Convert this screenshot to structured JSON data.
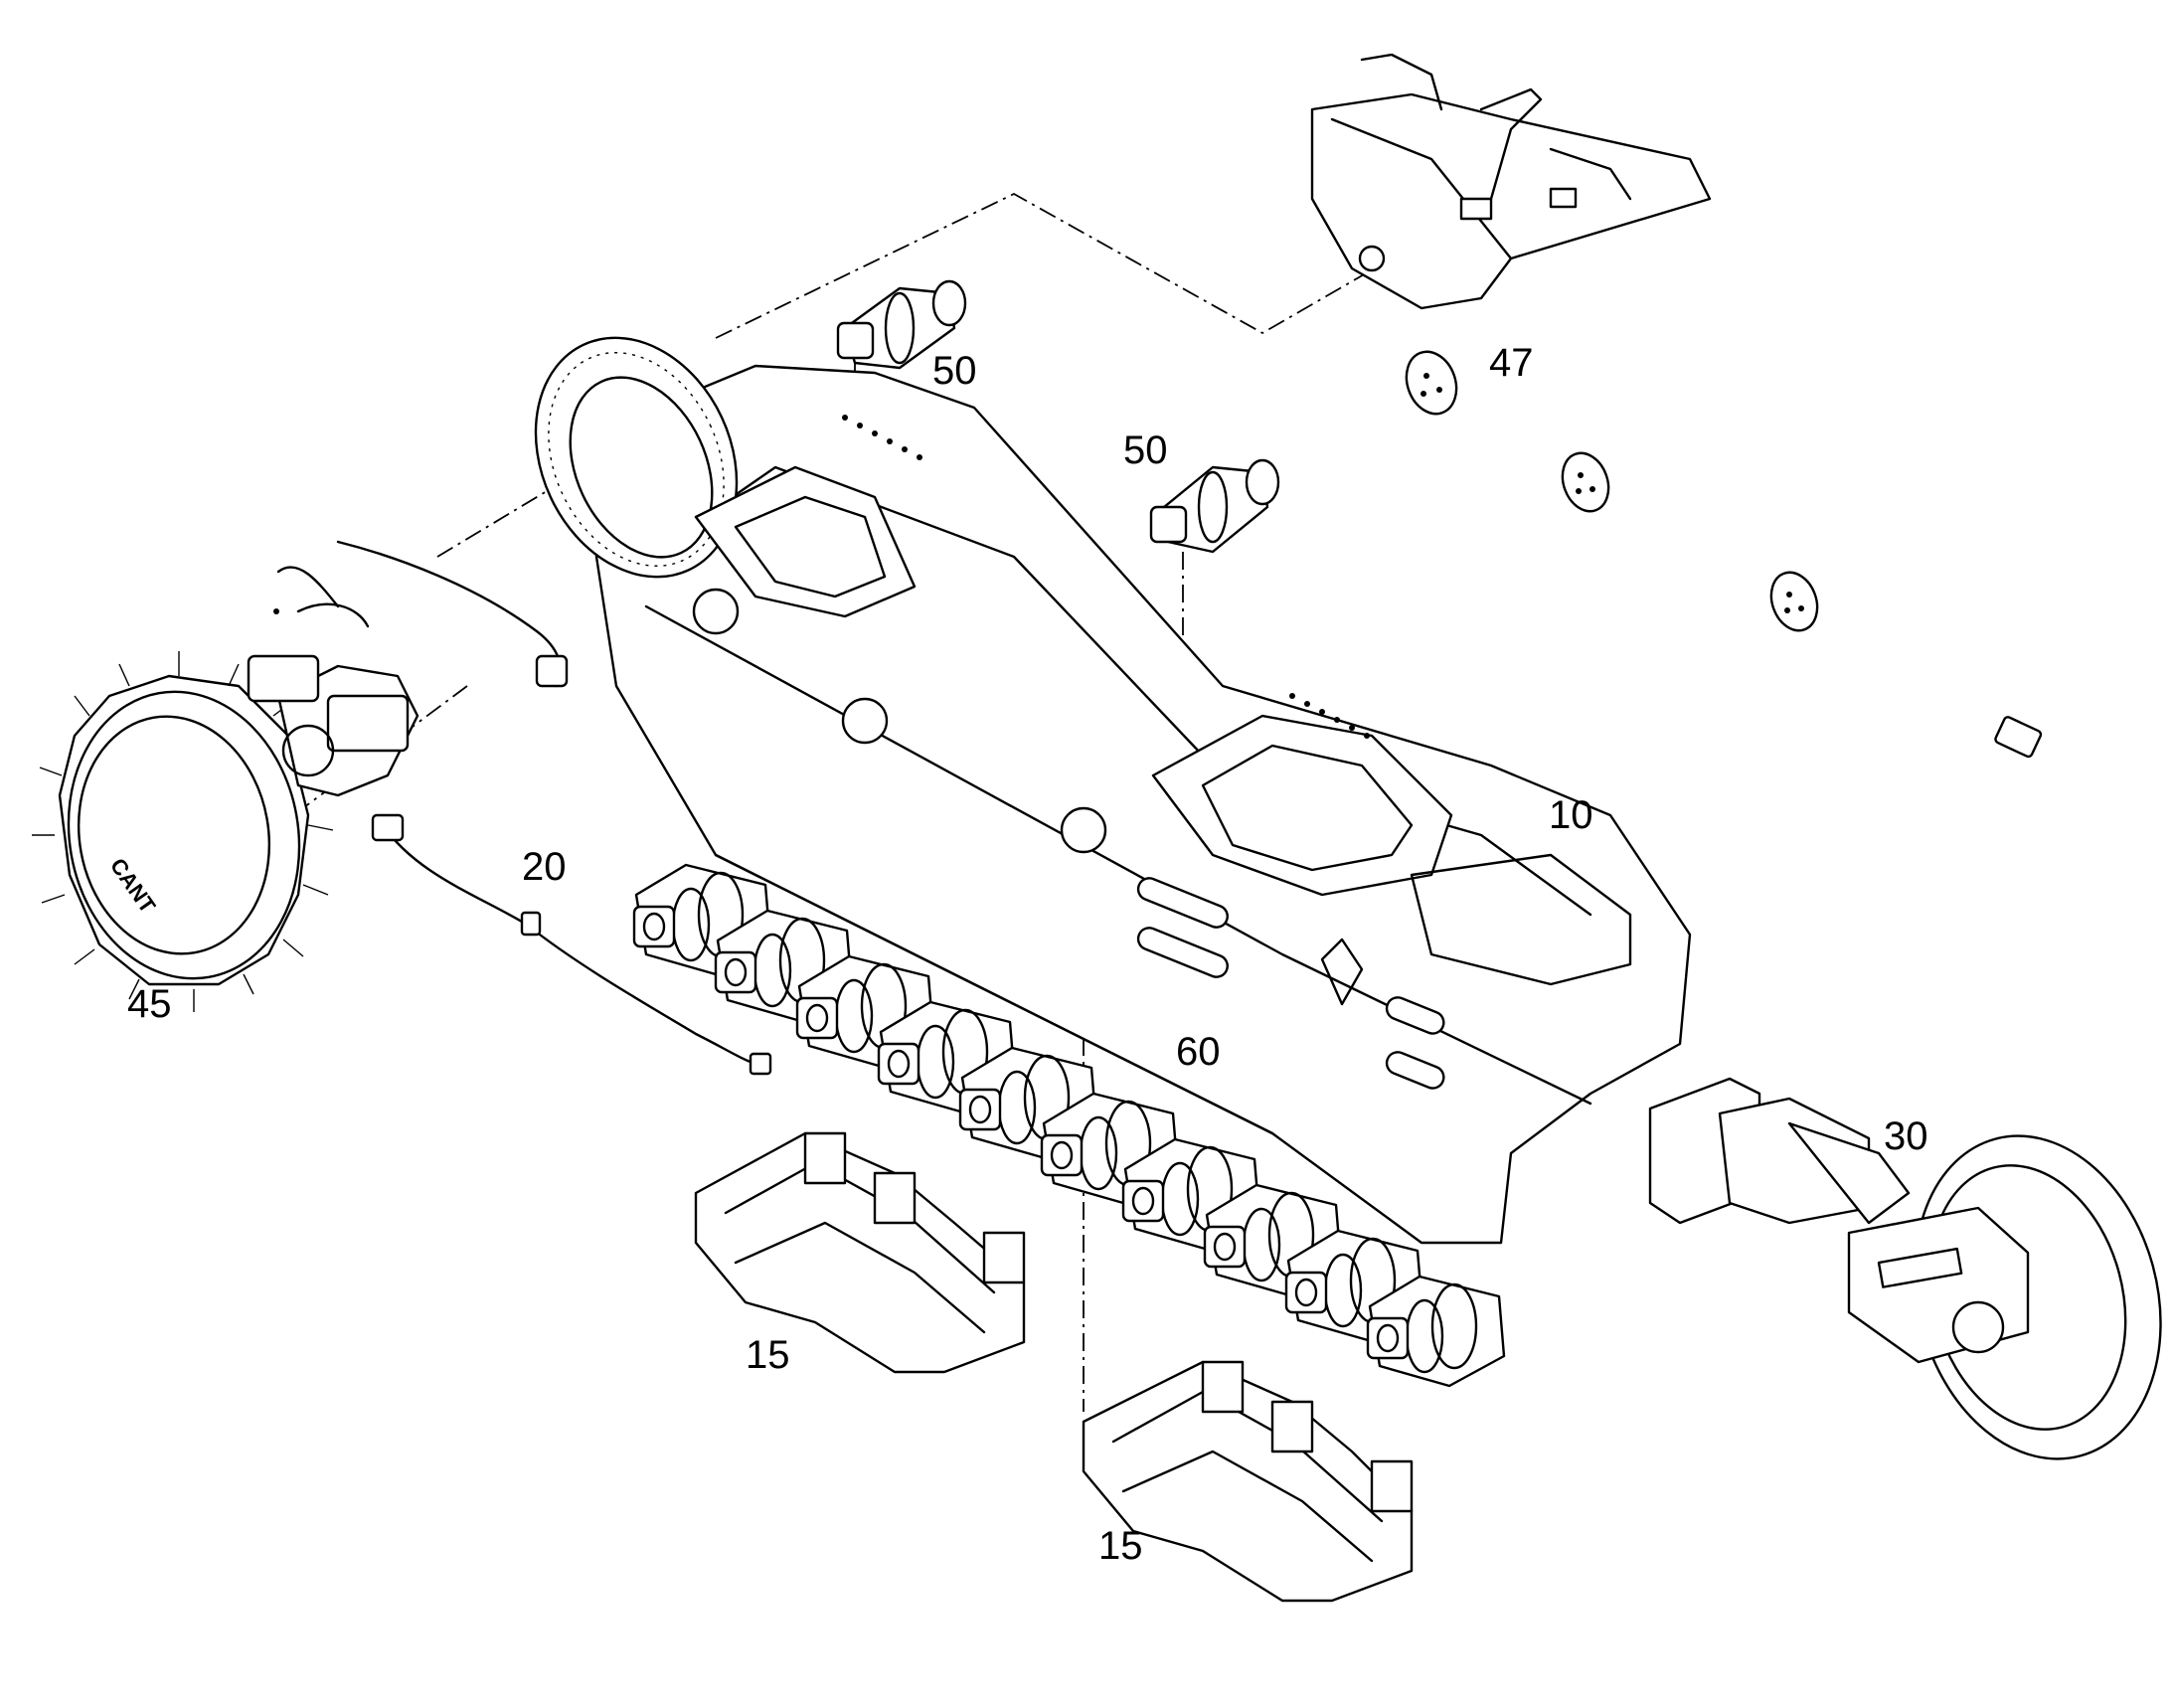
{
  "callouts": {
    "c10": "10",
    "c15a": "15",
    "c15b": "15",
    "c20": "20",
    "c30": "30",
    "c45": "45",
    "c47": "47",
    "c50a": "50",
    "c50b": "50",
    "c60": "60"
  },
  "sprocket_lettering": "CANT"
}
